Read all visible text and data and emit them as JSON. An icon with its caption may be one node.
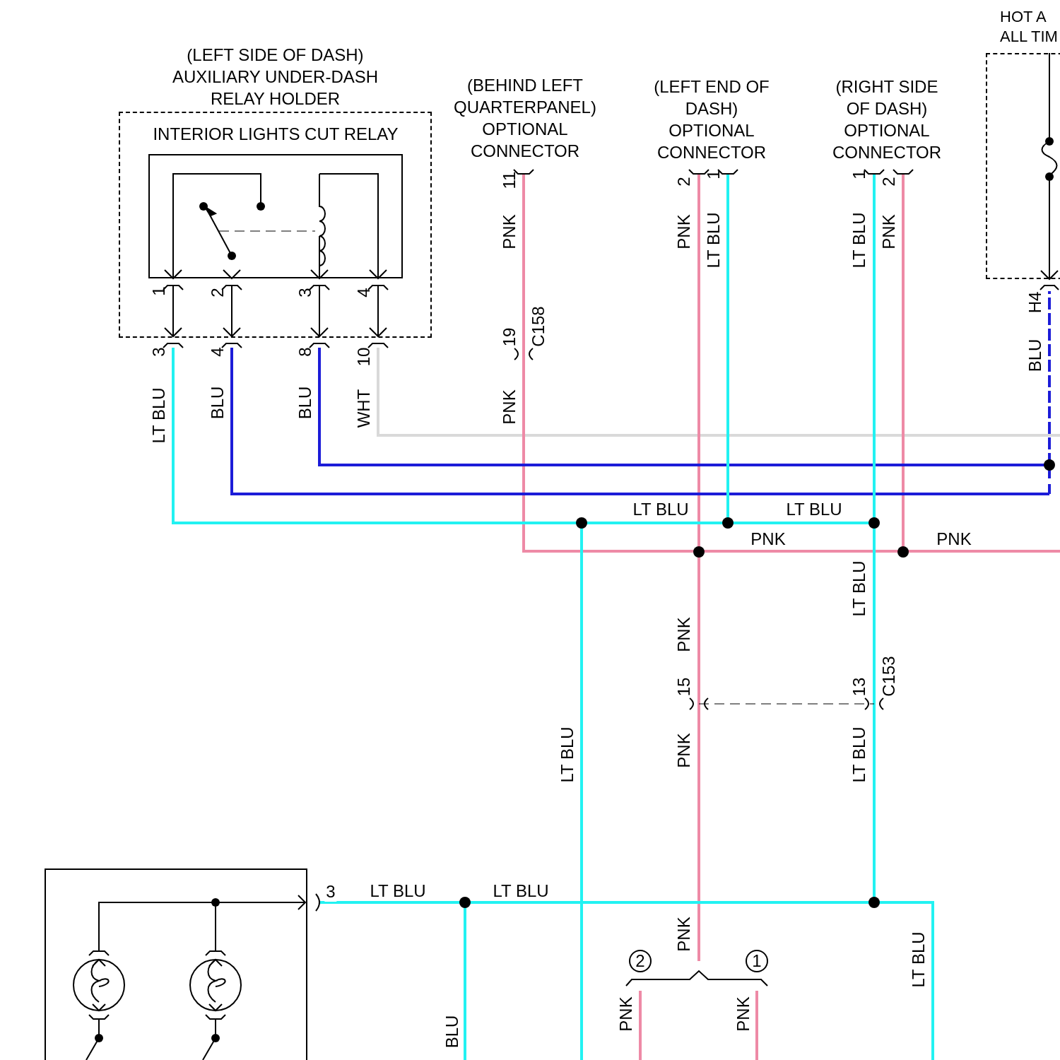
{
  "diagram": {
    "nodes": [
      {
        "text": [
          "(LEFT SIDE OF DASH) AUXILIARY UNDER-DASH RELAY HOLDER"
        ]
      },
      {
        "text": [
          "INTERIOR LIGHTS CUT RELAY"
        ],
        "in": 0
      },
      {
        "text": [
          "HOT A ALL TIM"
        ]
      },
      {
        "text": [],
        "shape": "box"
      }
    ],
    "edges": [
      {
        "from": 0,
        "to": 3,
        "arrow": "none",
        "color": "#22f2f2"
      },
      {
        "from": 0,
        "to": 2,
        "arrow": "none",
        "color": "#1c1cd8"
      },
      {
        "from": 0,
        "to": 2,
        "arrow": "none",
        "color": "#1c1cd8"
      }
    ],
    "labels": [
      "(BEHIND LEFT QUARTERPANEL) OPTIONAL CONNECTOR",
      "(LEFT END OF DASH) OPTIONAL CONNECTOR",
      "(RIGHT SIDE OF DASH) OPTIONAL CONNECTOR",
      "1",
      "2",
      "3",
      "4",
      "3",
      "4",
      "8",
      "10",
      "LT BLU",
      "BLU",
      "BLU",
      "WHT",
      "11",
      "PNK",
      "19",
      "C158",
      "PNK",
      "2",
      "PNK",
      "1",
      "LT BLU",
      "1",
      "LT BLU",
      "2",
      "PNK",
      "H4",
      "BLU",
      "LT BLU",
      "LT BLU",
      "PNK",
      "PNK",
      "LT BLU",
      "PNK",
      "15",
      "13",
      "C153",
      "LT BLU",
      "PNK",
      "LT BLU",
      "3",
      "LT BLU",
      "LT BLU",
      "PNK",
      "2",
      "1",
      "PNK",
      "PNK",
      "LT BLU",
      "BLU"
    ]
  }
}
